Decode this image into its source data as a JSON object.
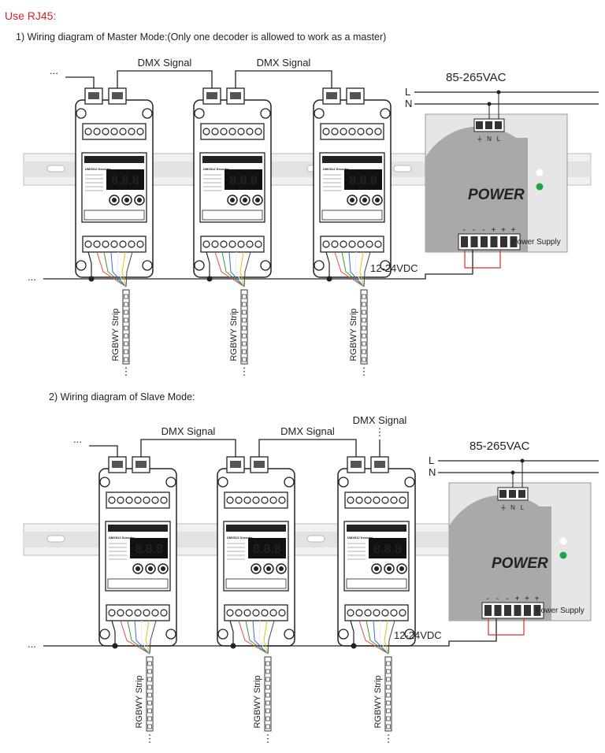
{
  "heading": "Use RJ45:",
  "diagrams": [
    {
      "caption": "1) Wiring diagram of Master Mode:(Only one decoder is allowed to work as a master)",
      "dmx_labels": [
        "DMX Signal",
        "DMX Signal"
      ],
      "ac_label": "85-265VAC",
      "line_labels": [
        "L",
        "N"
      ],
      "ps_brand": "POWER",
      "ps_name": "Power Supply",
      "ps_terminal_marks": [
        "-",
        "-",
        "-",
        "+",
        "+",
        "+"
      ],
      "ps_input_marks": [
        "⏚",
        "N",
        "L"
      ],
      "dc_label": "12-24VDC",
      "strip_label": "RGBWY Strip",
      "ellipsis": "...",
      "decoders": [
        {
          "display": "8.8.8",
          "title": "DMX512 Decoder"
        },
        {
          "display": "8.8.8",
          "title": "DMX512 Decoder"
        },
        {
          "display": "8.8.8",
          "title": "DMX512 Decoder"
        }
      ]
    },
    {
      "caption": "2) Wiring diagram of Slave Mode:",
      "dmx_labels": [
        "DMX Signal",
        "DMX Signal",
        "DMX Signal"
      ],
      "ac_label": "85-265VAC",
      "line_labels": [
        "L",
        "N"
      ],
      "ps_brand": "POWER",
      "ps_name": "Power Supply",
      "ps_terminal_marks": [
        "-",
        "-",
        "-",
        "+",
        "+",
        "+"
      ],
      "ps_input_marks": [
        "⏚",
        "N",
        "L"
      ],
      "dc_label": "12-24VDC",
      "strip_label": "RGBWY Strip",
      "ellipsis": "...",
      "decoders": [
        {
          "display": "8.8.8",
          "title": "DMX512 Decoder"
        },
        {
          "display": "8.8.8",
          "title": "DMX512 Decoder"
        },
        {
          "display": "8.8.8",
          "title": "DMX512 Decoder"
        }
      ]
    }
  ]
}
